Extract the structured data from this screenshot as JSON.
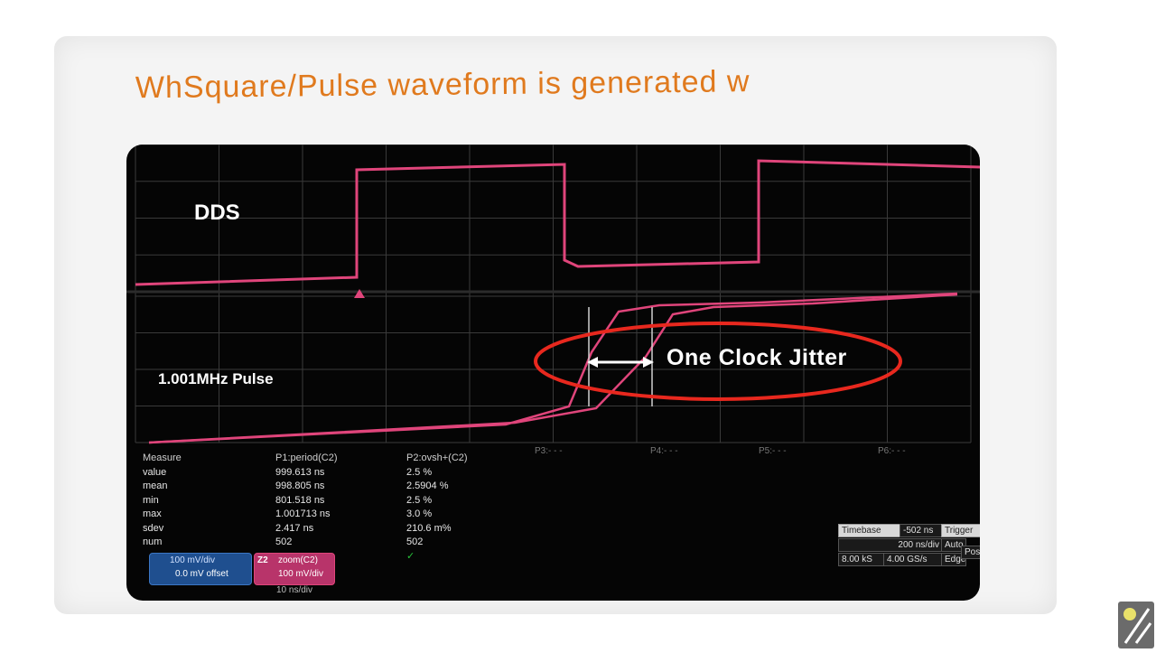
{
  "heading": "Square/Pulse waveform is generated w",
  "heading_prefix": "Wh",
  "top_channel_label": "DDS",
  "mid_channel_label": "1.001MHz Pulse",
  "annotation": "One Clock Jitter",
  "param_labels": [
    "P3:- - -",
    "P4:- - -",
    "P5:- - -",
    "P6:- - -"
  ],
  "measure": {
    "row_labels": [
      "Measure",
      "value",
      "mean",
      "min",
      "max",
      "sdev",
      "num"
    ],
    "p1": {
      "header": "P1:period(C2)",
      "values": [
        "999.613 ns",
        "998.805 ns",
        "801.518 ns",
        "1.001713 ns",
        "2.417 ns",
        "502"
      ]
    },
    "p2": {
      "header": "P2:ovsh+(C2)",
      "values": [
        "2.5 %",
        "2.5904 %",
        "2.5 %",
        "3.0 %",
        "210.6 m%",
        "502"
      ]
    }
  },
  "channel_boxes": {
    "c1_scale": "100 mV/div",
    "c1_offset": "0.0 mV offset",
    "c2_name": "Z2",
    "c2_source": "zoom(C2)",
    "c2_scale": "100 mV/div",
    "c2_time": "10 ns/div"
  },
  "timebase": {
    "label": "Timebase",
    "delay": "-502 ns",
    "div": "200 ns/div",
    "samples": "8.00 kS",
    "rate": "4.00 GS/s"
  },
  "trigger": {
    "label": "Trigger",
    "mode": "Auto",
    "type": "Edge",
    "extra": "Pos"
  },
  "colors": {
    "waveform": "#e0457b",
    "ellipse": "#e8281e",
    "heading": "#e07a1e",
    "grid": "#3a3a3a"
  }
}
